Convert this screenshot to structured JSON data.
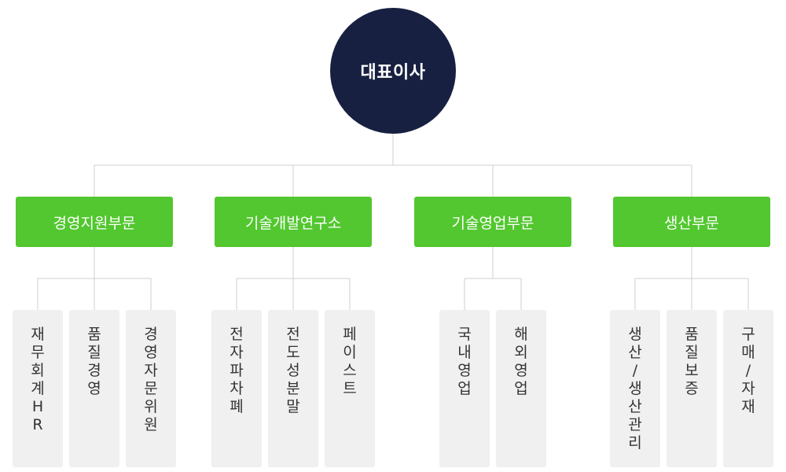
{
  "ceo": {
    "label": "대표이사"
  },
  "divisions": [
    {
      "label": "경영지원부문",
      "departments": [
        "재무회계HR",
        "품질경영",
        "경영자문위원"
      ]
    },
    {
      "label": "기술개발연구소",
      "departments": [
        "전자파차폐",
        "전도성분말",
        "페이스트"
      ]
    },
    {
      "label": "기술영업부문",
      "departments": [
        "국내영업",
        "해외영업"
      ]
    },
    {
      "label": "생산부문",
      "departments": [
        "생산/생산관리",
        "품질보증",
        "구매/자재"
      ]
    }
  ],
  "colors": {
    "ceo_bg": "#172040",
    "division_bg": "#52c72f",
    "dept_bg": "#f0f0f0",
    "connector": "#cfcfcf"
  }
}
